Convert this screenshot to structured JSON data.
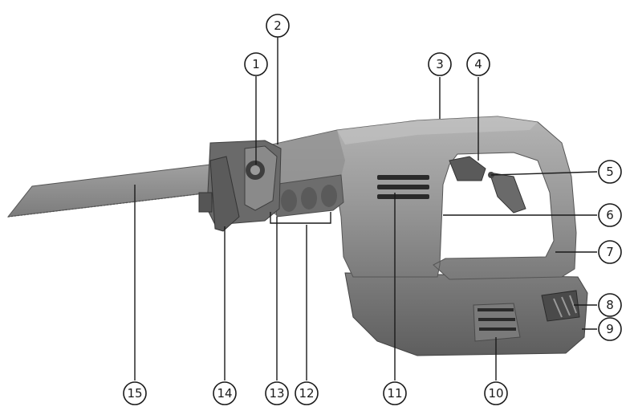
{
  "callouts": {
    "c1": "1",
    "c2": "2",
    "c3": "3",
    "c4": "4",
    "c5": "5",
    "c6": "6",
    "c7": "7",
    "c8": "8",
    "c9": "9",
    "c10": "10",
    "c11": "11",
    "c12": "12",
    "c13": "13",
    "c14": "14",
    "c15": "15"
  },
  "colors": {
    "body_light": "#9a9a9a",
    "body_mid": "#7e7e7e",
    "body_dark": "#5a5a5a",
    "grip_dark": "#6d6d6d",
    "blade": "#8c8c8c",
    "battery": "#6f6f6f",
    "line": "#1a1a1a"
  }
}
